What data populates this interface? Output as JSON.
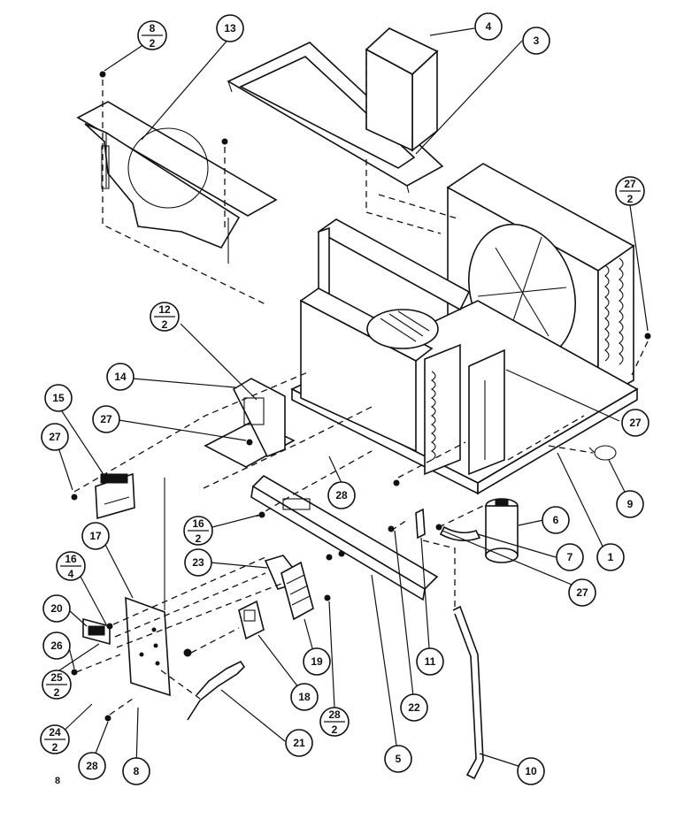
{
  "page_label": "8",
  "callouts": [
    {
      "id": "c13",
      "num": "13",
      "qty": ""
    },
    {
      "id": "c4",
      "num": "4",
      "qty": ""
    },
    {
      "id": "c3",
      "num": "3",
      "qty": ""
    },
    {
      "id": "c8top",
      "num": "8",
      "qty": "2"
    },
    {
      "id": "c27a",
      "num": "27",
      "qty": "2"
    },
    {
      "id": "c12",
      "num": "12",
      "qty": "2"
    },
    {
      "id": "c14",
      "num": "14",
      "qty": ""
    },
    {
      "id": "c15",
      "num": "15",
      "qty": ""
    },
    {
      "id": "c27b",
      "num": "27",
      "qty": ""
    },
    {
      "id": "c27c",
      "num": "27",
      "qty": ""
    },
    {
      "id": "c27d",
      "num": "27",
      "qty": ""
    },
    {
      "id": "c27e",
      "num": "27",
      "qty": ""
    },
    {
      "id": "c28a",
      "num": "28",
      "qty": ""
    },
    {
      "id": "c9",
      "num": "9",
      "qty": ""
    },
    {
      "id": "c16a",
      "num": "16",
      "qty": "2"
    },
    {
      "id": "c6",
      "num": "6",
      "qty": ""
    },
    {
      "id": "c7",
      "num": "7",
      "qty": ""
    },
    {
      "id": "c1",
      "num": "1",
      "qty": ""
    },
    {
      "id": "c17",
      "num": "17",
      "qty": ""
    },
    {
      "id": "c16b",
      "num": "16",
      "qty": "4"
    },
    {
      "id": "c23",
      "num": "23",
      "qty": ""
    },
    {
      "id": "c20",
      "num": "20",
      "qty": ""
    },
    {
      "id": "c26",
      "num": "26",
      "qty": ""
    },
    {
      "id": "c19",
      "num": "19",
      "qty": ""
    },
    {
      "id": "c11",
      "num": "11",
      "qty": ""
    },
    {
      "id": "c25",
      "num": "25",
      "qty": "2"
    },
    {
      "id": "c18",
      "num": "18",
      "qty": ""
    },
    {
      "id": "c28b",
      "num": "28",
      "qty": "2"
    },
    {
      "id": "c22",
      "num": "22",
      "qty": ""
    },
    {
      "id": "c24",
      "num": "24",
      "qty": "2"
    },
    {
      "id": "c21",
      "num": "21",
      "qty": ""
    },
    {
      "id": "c5",
      "num": "5",
      "qty": ""
    },
    {
      "id": "c28c",
      "num": "28",
      "qty": ""
    },
    {
      "id": "c8b",
      "num": "8",
      "qty": ""
    },
    {
      "id": "c10",
      "num": "10",
      "qty": ""
    }
  ]
}
